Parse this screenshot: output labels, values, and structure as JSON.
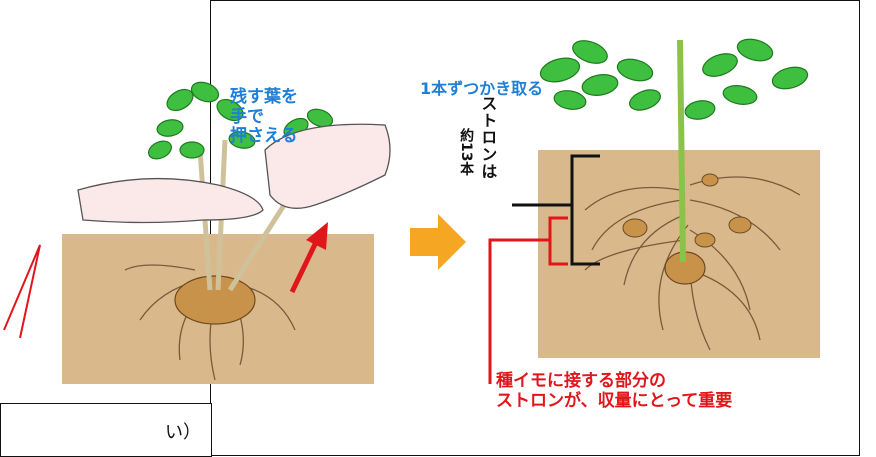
{
  "labels": {
    "hold_leaves": "残す葉を\n手で\n押さえる",
    "pull_one": "1本ずつかき取る",
    "stolon_count_main": "ストロンは",
    "stolon_count_sub": "約13本",
    "important_note_line1": "種イモに接する部分の",
    "important_note_line2": "ストロンが、収量にとって重要"
  },
  "corner": {
    "partial_text": "い）"
  },
  "colors": {
    "soil": "#d9b98c",
    "leaf": "#3fbf3f",
    "leaf_dark": "#1f7a1f",
    "blue_text": "#1f7fd6",
    "red_accent": "#e0161b",
    "arrow_orange": "#f5a623",
    "potato": "#c9924a"
  }
}
